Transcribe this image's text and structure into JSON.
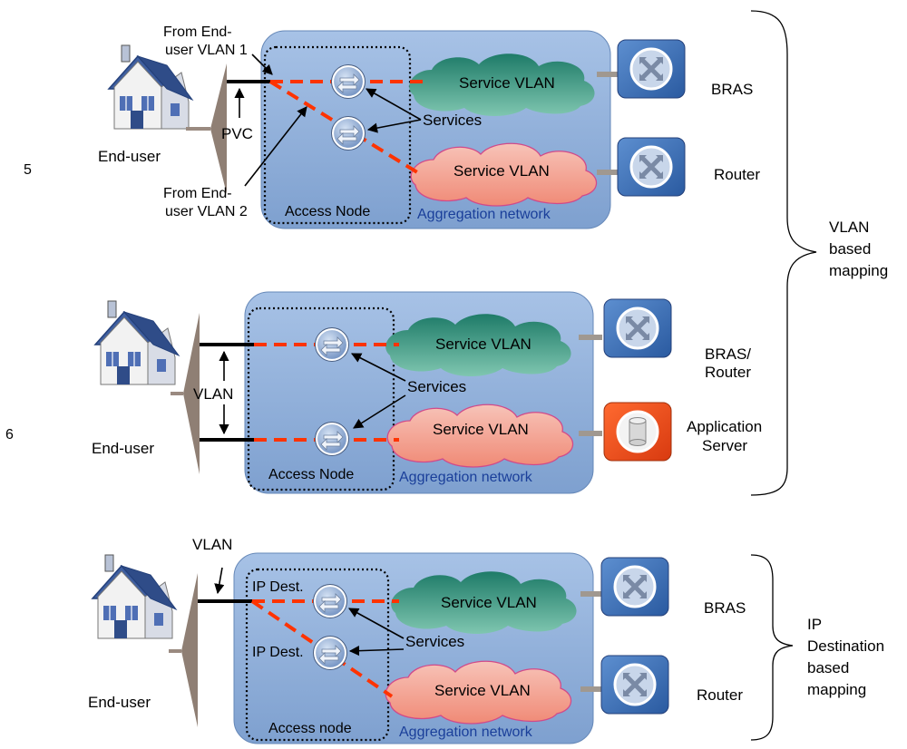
{
  "rows": [
    {
      "number": "5",
      "end_user": "End-user",
      "from_label_1": [
        "From End-",
        "user VLAN 1"
      ],
      "from_label_2": [
        "From End-",
        "user VLAN 2"
      ],
      "link_label": "PVC",
      "services": "Services",
      "service_vlan_top": "Service VLAN",
      "service_vlan_bottom": "Service VLAN",
      "access_node": "Access Node",
      "aggregation": "Aggregation network",
      "device_top": [
        "BRAS"
      ],
      "device_bottom": [
        "Router"
      ]
    },
    {
      "number": "6",
      "end_user": "End-user",
      "link_label": "VLAN",
      "services": "Services",
      "service_vlan_top": "Service VLAN",
      "service_vlan_bottom": "Service VLAN",
      "access_node": "Access Node",
      "aggregation": "Aggregation network",
      "device_top": [
        "BRAS/",
        "Router"
      ],
      "device_bottom": [
        "Application",
        "Server"
      ]
    },
    {
      "end_user": "End-user",
      "link_label": "VLAN",
      "ip_dest_1": "IP Dest.",
      "ip_dest_2": "IP Dest.",
      "services": "Services",
      "service_vlan_top": "Service VLAN",
      "service_vlan_bottom": "Service VLAN",
      "access_node": "Access node",
      "aggregation": "Aggregation network",
      "device_top": [
        "BRAS"
      ],
      "device_bottom": [
        "Router"
      ]
    }
  ],
  "braces": {
    "vlan_mapping": [
      "VLAN",
      "based",
      "mapping"
    ],
    "ip_mapping": [
      "IP",
      "Destination",
      "based",
      "mapping"
    ]
  },
  "colors": {
    "aggregation_fill": "#8fb0d8",
    "router_fill": "#3a6fb5",
    "server_fill": "#e84a1a",
    "service_vlan_green": "#2e8f7a",
    "service_vlan_pink": "#f4a99a",
    "link_dash": "#ff3300",
    "house_roof": "#3f5fa0"
  },
  "icons": [
    "house-icon",
    "switch-icon",
    "router-icon",
    "database-icon",
    "brace-icon"
  ]
}
